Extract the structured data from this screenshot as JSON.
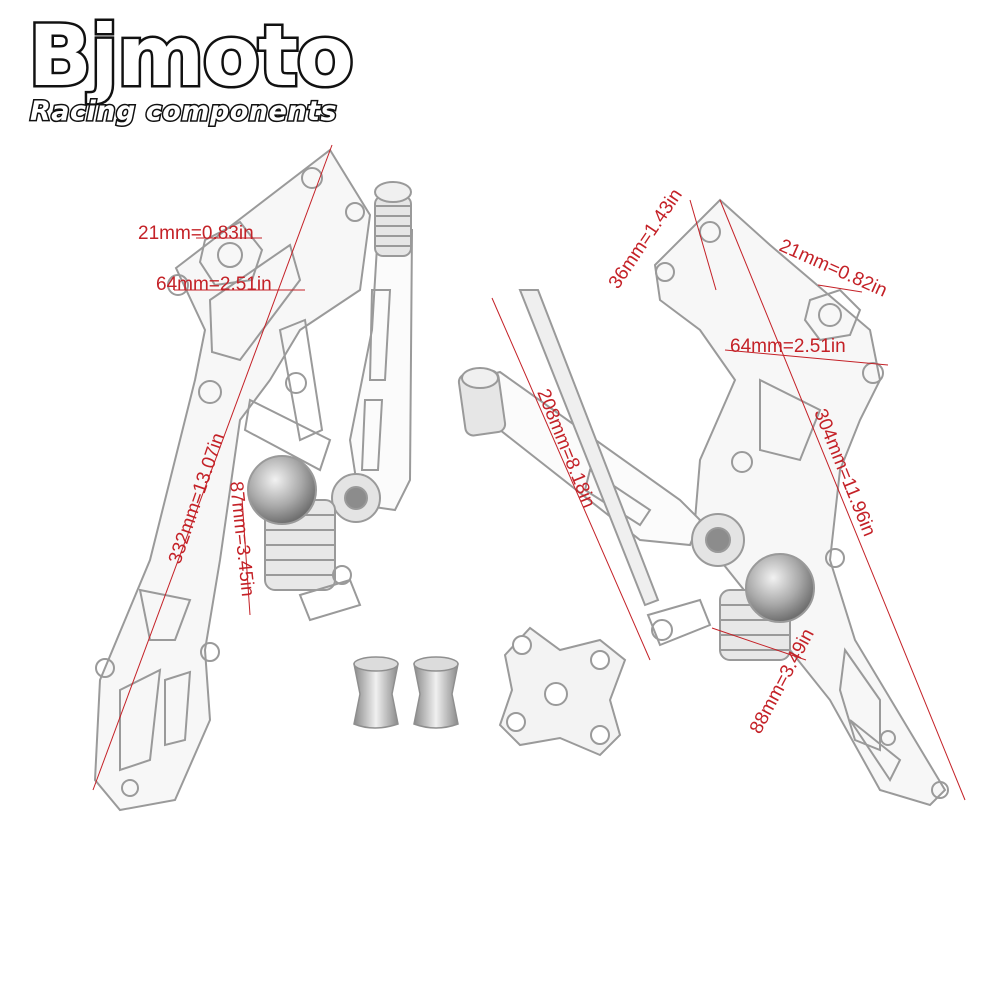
{
  "brand": {
    "name": "Bjmoto",
    "tagline": "Racing components"
  },
  "colors": {
    "dimension": "#c42127",
    "outline": "#9a9a9a",
    "metal": "#cfcfcf",
    "brand_stroke": "#111111"
  },
  "dimensions": {
    "left_width_top": "21mm=0.83in",
    "left_width_mid": "64mm=2.51in",
    "left_height": "332mm=13.07in",
    "left_peg": "87mm=3.45in",
    "right_hole": "36mm=1.43in",
    "right_width_top": "21mm=0.82in",
    "right_width_mid": "64mm=2.51in",
    "right_lever": "208mm=8.18in",
    "right_height": "304mm=11.96in",
    "right_peg": "88mm=3.49in"
  }
}
